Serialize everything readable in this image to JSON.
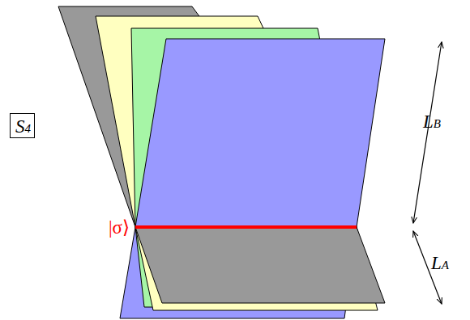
{
  "diagram": {
    "nodes": [
      {
        "text": [
          "S4"
        ]
      }
    ],
    "labels": [
      "|σ⟩",
      "LB",
      "LA"
    ]
  }
}
